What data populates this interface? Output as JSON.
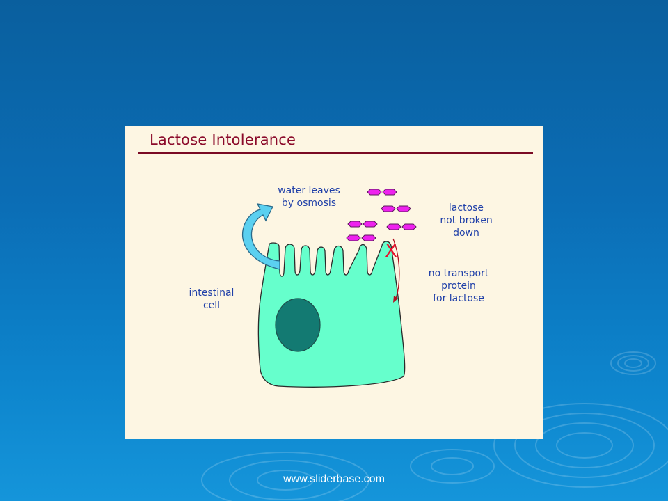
{
  "slide": {
    "title": "Lactose Intolerance",
    "footer": "www.sliderbase.com"
  },
  "diagram": {
    "labels": {
      "water": [
        "water leaves",
        "by osmosis"
      ],
      "lactose": [
        "lactose",
        "not broken",
        "down"
      ],
      "transport": [
        "no transport",
        "protein",
        "for lactose"
      ],
      "cell": [
        "intestinal",
        "cell"
      ]
    },
    "blocked_marker": "X",
    "colors": {
      "cell_fill": "#66ffcc",
      "nucleus_fill": "#137a72",
      "lactose_fill": "#ee22ee",
      "arrow_fill": "#5bd0f0",
      "title_color": "#8b0a2a",
      "label_color": "#1f3fa8",
      "marker_color": "#e8102a"
    }
  }
}
